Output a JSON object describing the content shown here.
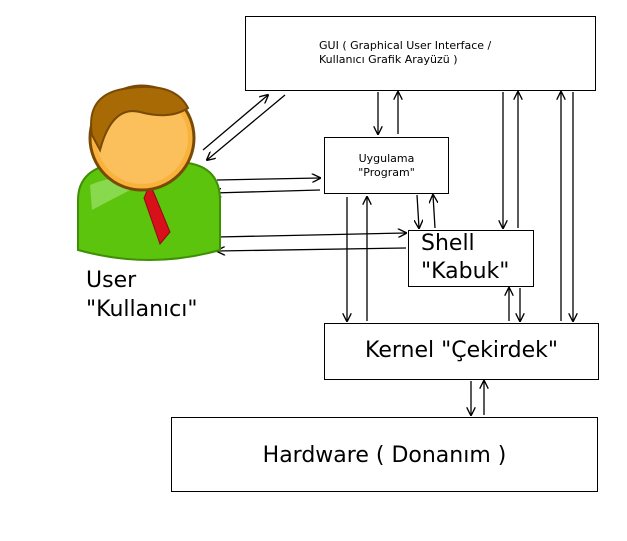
{
  "nodes": {
    "gui": {
      "line1": "GUI ( Graphical User Interface /",
      "line2": "Kullanıcı Grafik Arayüzü )"
    },
    "app": {
      "line1": "Uygulama",
      "line2": "\"Program\""
    },
    "shell": {
      "line1": "Shell",
      "line2": "\"Kabuk\""
    },
    "kernel": {
      "label": "Kernel \"Çekirdek\""
    },
    "hardware": {
      "label": "Hardware ( Donanım )"
    },
    "user": {
      "line1": "User",
      "line2": "\"Kullanıcı\""
    }
  },
  "colors": {
    "skin": "#f9b23c",
    "hair": "#a86a05",
    "shirt": "#5cc40c",
    "tie": "#d8101a",
    "line": "#000000"
  }
}
